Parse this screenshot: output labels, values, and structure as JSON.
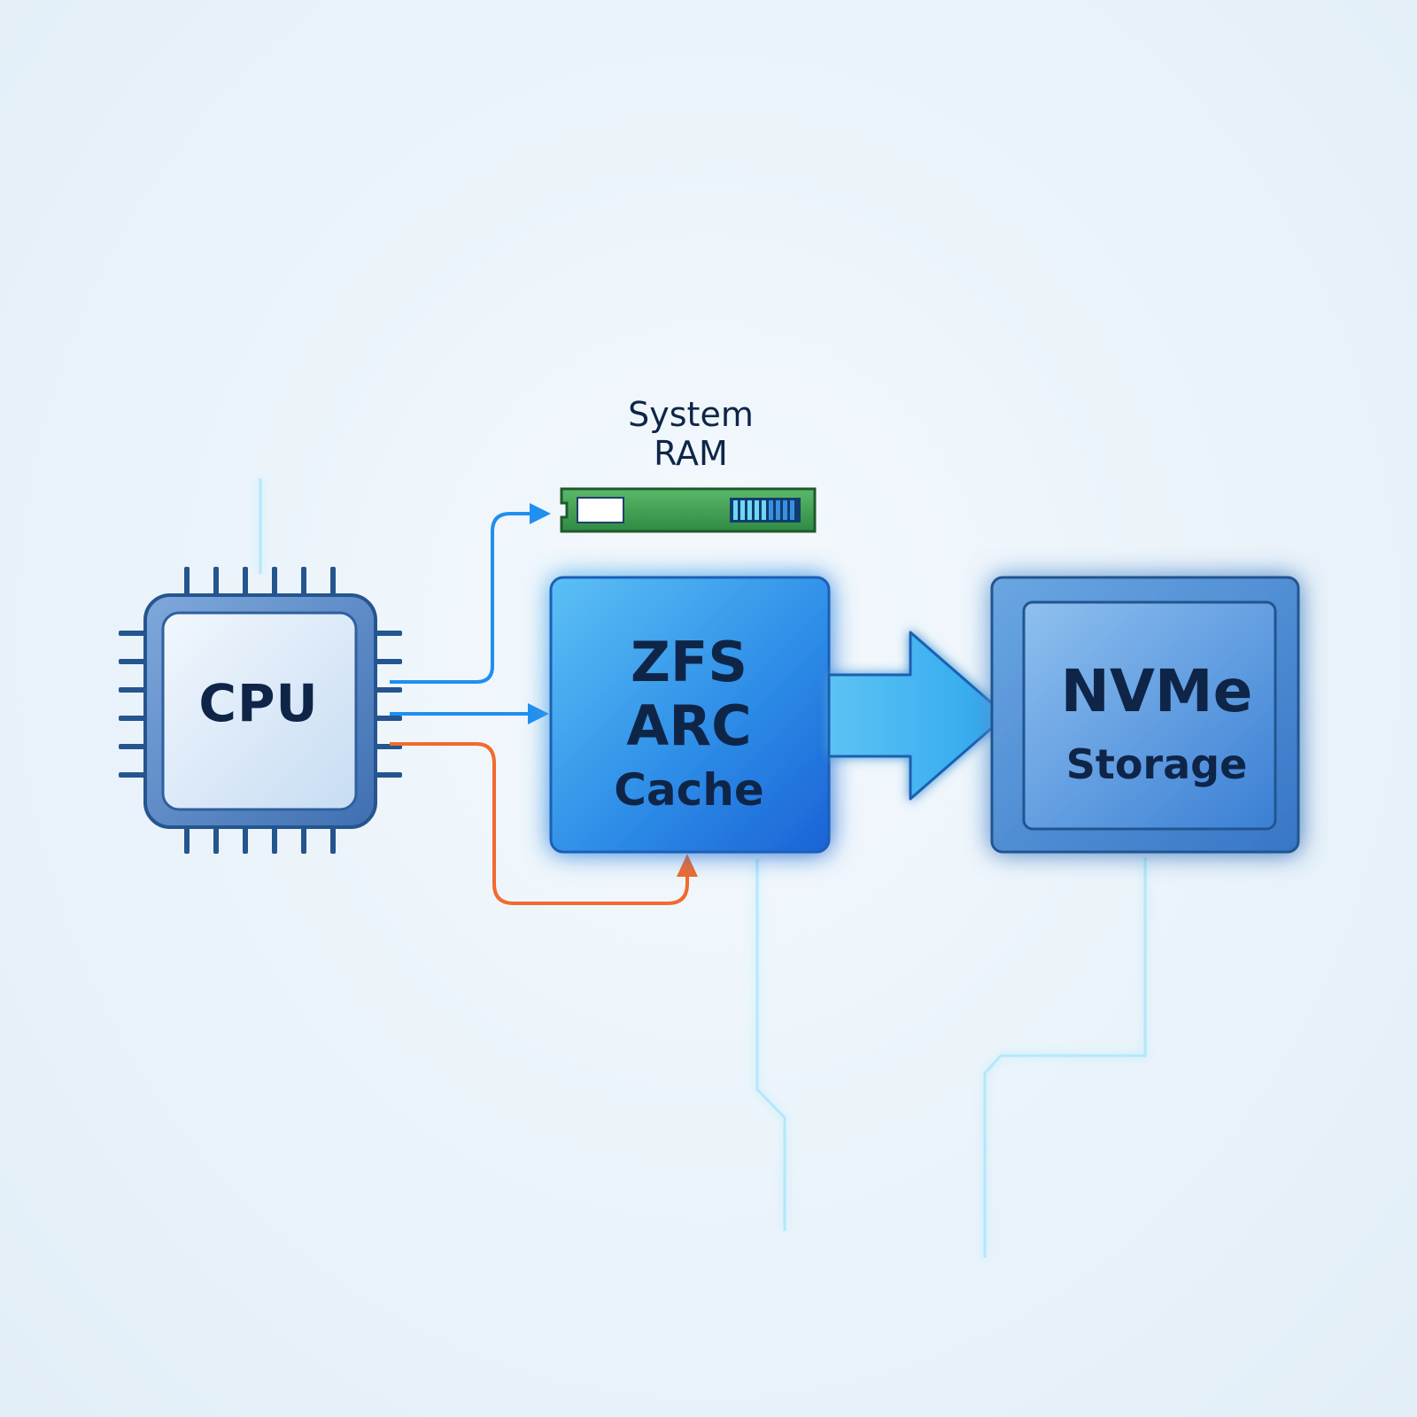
{
  "nodes": {
    "cpu": {
      "label": "CPU"
    },
    "ram": {
      "label_line1": "System",
      "label_line2": "RAM"
    },
    "zfs": {
      "label_line1": "ZFS",
      "label_line2": "ARC",
      "label_line3": "Cache"
    },
    "nvme": {
      "label_line1": "NVMe",
      "label_line2": "Storage"
    }
  },
  "colors": {
    "chip_border": "#24558f",
    "chip_face": "#dbe9f8",
    "ram_board": "#3f9a52",
    "zfs_box": "#2f86e4",
    "nvme_box": "#4a8ed6",
    "arrow_blue": "#1f8ff0",
    "arrow_orange": "#f26a2e",
    "glow_line": "#9fe3fb",
    "text": "#0f2548"
  },
  "icons": [
    "cpu-chip-icon",
    "ram-module-icon",
    "flow-arrow-icon"
  ]
}
